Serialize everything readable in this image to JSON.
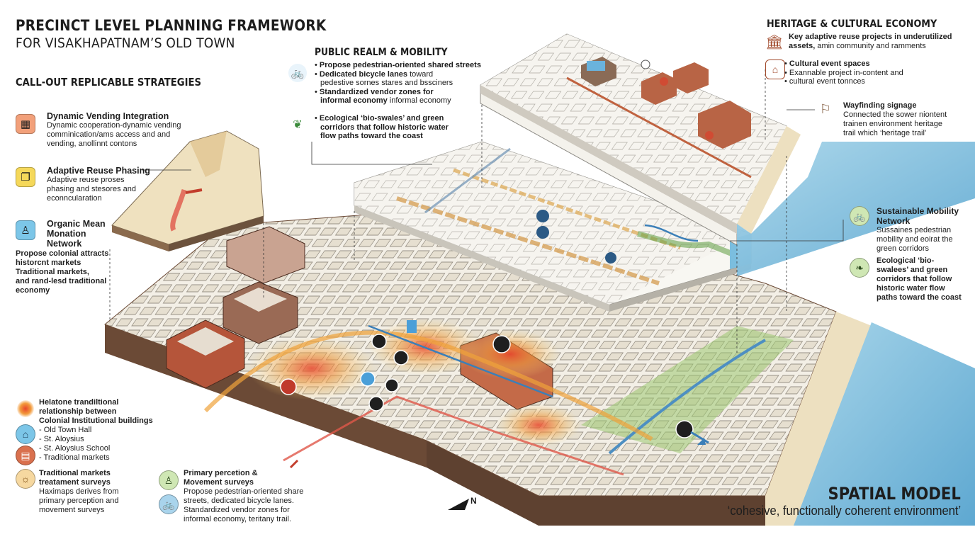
{
  "header": {
    "title_line1": "PRECINCT LEVEL PLANNING FRAMEWORK",
    "title_line2": "FOR VISAKHAPATNAM’S OLD TOWN"
  },
  "callouts": {
    "heading": "CALL-OUT REPLICABLE STRATEGIES",
    "items": [
      {
        "title": "Dynamic Vending Integration",
        "text": [
          "Dynamic cooperation-dynamic vending",
          "comminication/ams access and and",
          "vending, anollinnt contons"
        ],
        "icon": "market-stall-icon",
        "color": "#f2a07a"
      },
      {
        "title": "Adaptive Reuse Phasing",
        "text": [
          "Adaptive reuse proses",
          "phasing and stesores and",
          "econncularation"
        ],
        "icon": "layers-icon",
        "color": "#f5d85a"
      },
      {
        "title_lines": [
          "Organic Mean",
          "Monation",
          "Network"
        ],
        "text_bold": [
          "Propose colonial attracts",
          "historcnt markets",
          "Traditional markets,",
          "and rand-lesd traditional",
          "economy"
        ],
        "icon": "walking-people-icon",
        "color": "#7cc6e8"
      }
    ]
  },
  "public_realm": {
    "heading": "PUBLIC REALM & MOBILITY",
    "bullets": [
      {
        "bold": "Propose pedestrian-oriented shared streets",
        "rest": ""
      },
      {
        "bold": "Dedicated bicycle lanes",
        "rest": " toward",
        "line2": "pedestive sornes stares and bssciners"
      },
      {
        "bold": "Standardized vendor zones for",
        "rest": "",
        "line2_bold": "informal economy",
        "line2": " informal economy"
      }
    ],
    "eco_bullet": [
      "Ecological ‘bio-swales’ and green",
      "corridors that follow historic water",
      "flow paths toward the coast"
    ],
    "bike_icon": "bicycle-icon",
    "eco_icon": "sprout-icon"
  },
  "heritage": {
    "heading": "HERITAGE & CULTURAL ECONOMY",
    "line1_bold": "Key adaptive reuse projects in underutilized",
    "line2_bold": "assets,",
    "line2_rest": " amin community and ramments",
    "events": [
      "Cultural event spaces",
      "Exannable project in-content and",
      "cultural event tonnces"
    ],
    "wayfinding_title": "Wayfinding signage",
    "wayfinding_text": [
      "Connected the sower niontent",
      "trainen environment heritage",
      "trail which ‘heritage trail’"
    ]
  },
  "right_panel": {
    "mobility_title": [
      "Sustainable Mobility",
      "Network"
    ],
    "mobility_text": [
      "Sussaines pedestrian",
      "mobility and eoirat the",
      "green corridors"
    ],
    "eco_title": [
      "Ecological ‘bio-",
      "swalees’ and green",
      "corridors that follow",
      "historic water flow",
      "paths toward the coast"
    ]
  },
  "legend": {
    "heat_title": [
      "Helatone trandiltional",
      "relationship between",
      "Colonial Institutional buildings"
    ],
    "heat_items": [
      "- Old Town Hall",
      "- St. Aloysius",
      "- St. Aloysius School",
      "- Traditional markets"
    ],
    "survey_title": [
      "Traditional markets",
      "treatament surveys"
    ],
    "survey_text": [
      "Haximaps derives from",
      "primary perception and",
      "movement surveys"
    ],
    "primary_title": [
      "Primary percetion &",
      "Movement surveys"
    ],
    "primary_text": [
      "Propose pedestrian-oriented share",
      "streets, dedicated bicycle lanes.",
      "Standardized vendor zones for",
      "informal economy, teritany trail."
    ]
  },
  "north_label": "N",
  "spatial": {
    "title": "SPATIAL MODEL",
    "subtitle": "‘cohesive, functionally coherent environment’"
  },
  "colors": {
    "ground": "#6e4e3c",
    "building": "#ebe4d6",
    "water": "#8fc7e0",
    "sand": "#ede0c0",
    "green": "#8fbd6a",
    "heat": "#e8462c",
    "street_warm": "#f6c87a",
    "accent_blue": "#3b7fb8"
  }
}
